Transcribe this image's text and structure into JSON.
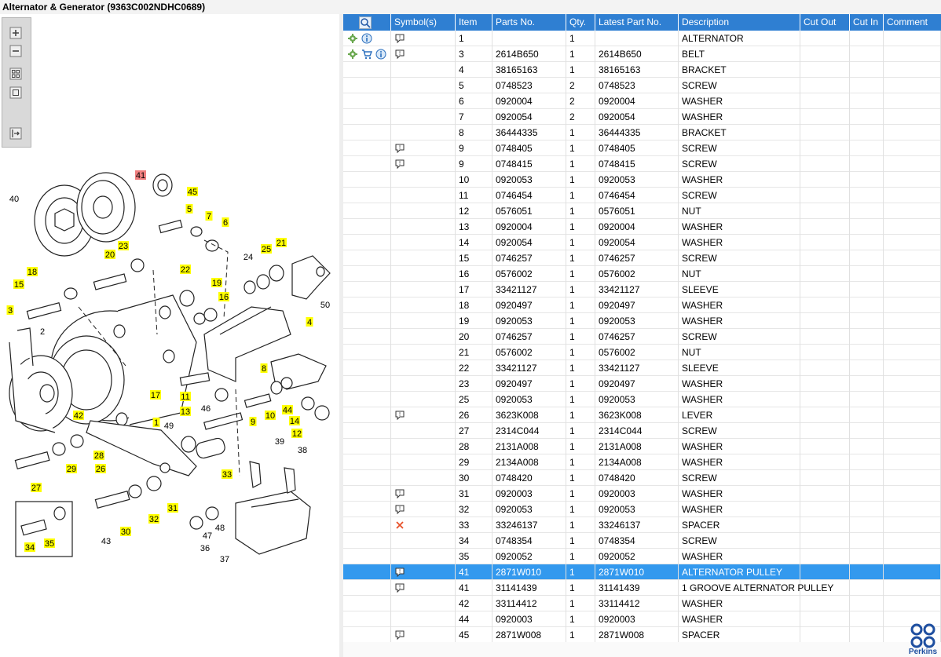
{
  "window": {
    "title": "Alternator & Generator (9363C002NDHC0689)"
  },
  "toolbar": {
    "buttons": [
      {
        "name": "zoom-in-icon"
      },
      {
        "name": "zoom-out-icon"
      },
      {
        "name": "fit-grid-icon"
      },
      {
        "name": "actual-size-icon"
      },
      {
        "name": "export-icon"
      }
    ]
  },
  "diagram": {
    "callouts_highlighted": [
      "41",
      "45",
      "5",
      "7",
      "6",
      "23",
      "20",
      "22",
      "25",
      "21",
      "18",
      "15",
      "19",
      "16",
      "3",
      "4",
      "8",
      "17",
      "11",
      "13",
      "9",
      "10",
      "44",
      "14",
      "12",
      "42",
      "1",
      "28",
      "29",
      "26",
      "27",
      "33",
      "30",
      "32",
      "31",
      "34",
      "35"
    ],
    "callouts_plain": [
      "40",
      "24",
      "50",
      "2",
      "46",
      "49",
      "39",
      "38",
      "43",
      "47",
      "48",
      "36",
      "37"
    ]
  },
  "grid": {
    "columns": [
      "Symbol(s)",
      "Item",
      "Parts No.",
      "Qty.",
      "Latest Part No.",
      "Description",
      "Cut Out",
      "Cut In",
      "Comment"
    ],
    "rows": [
      {
        "icons": [
          "gear",
          "info"
        ],
        "symbol": "comment",
        "item": "1",
        "part": "",
        "qty": "1",
        "latest": "",
        "desc": "ALTERNATOR"
      },
      {
        "icons": [
          "gear",
          "cart",
          "info"
        ],
        "symbol": "comment",
        "item": "3",
        "part": "2614B650",
        "qty": "1",
        "latest": "2614B650",
        "desc": "BELT"
      },
      {
        "icons": [],
        "symbol": "",
        "item": "4",
        "part": "38165163",
        "qty": "1",
        "latest": "38165163",
        "desc": "BRACKET"
      },
      {
        "icons": [],
        "symbol": "",
        "item": "5",
        "part": "0748523",
        "qty": "2",
        "latest": "0748523",
        "desc": "SCREW"
      },
      {
        "icons": [],
        "symbol": "",
        "item": "6",
        "part": "0920004",
        "qty": "2",
        "latest": "0920004",
        "desc": "WASHER"
      },
      {
        "icons": [],
        "symbol": "",
        "item": "7",
        "part": "0920054",
        "qty": "2",
        "latest": "0920054",
        "desc": "WASHER"
      },
      {
        "icons": [],
        "symbol": "",
        "item": "8",
        "part": "36444335",
        "qty": "1",
        "latest": "36444335",
        "desc": "BRACKET"
      },
      {
        "icons": [],
        "symbol": "comment",
        "item": "9",
        "part": "0748405",
        "qty": "1",
        "latest": "0748405",
        "desc": "SCREW"
      },
      {
        "icons": [],
        "symbol": "comment",
        "item": "9",
        "part": "0748415",
        "qty": "1",
        "latest": "0748415",
        "desc": "SCREW"
      },
      {
        "icons": [],
        "symbol": "",
        "item": "10",
        "part": "0920053",
        "qty": "1",
        "latest": "0920053",
        "desc": "WASHER"
      },
      {
        "icons": [],
        "symbol": "",
        "item": "11",
        "part": "0746454",
        "qty": "1",
        "latest": "0746454",
        "desc": "SCREW"
      },
      {
        "icons": [],
        "symbol": "",
        "item": "12",
        "part": "0576051",
        "qty": "1",
        "latest": "0576051",
        "desc": "NUT"
      },
      {
        "icons": [],
        "symbol": "",
        "item": "13",
        "part": "0920004",
        "qty": "1",
        "latest": "0920004",
        "desc": "WASHER"
      },
      {
        "icons": [],
        "symbol": "",
        "item": "14",
        "part": "0920054",
        "qty": "1",
        "latest": "0920054",
        "desc": "WASHER"
      },
      {
        "icons": [],
        "symbol": "",
        "item": "15",
        "part": "0746257",
        "qty": "1",
        "latest": "0746257",
        "desc": "SCREW"
      },
      {
        "icons": [],
        "symbol": "",
        "item": "16",
        "part": "0576002",
        "qty": "1",
        "latest": "0576002",
        "desc": "NUT"
      },
      {
        "icons": [],
        "symbol": "",
        "item": "17",
        "part": "33421127",
        "qty": "1",
        "latest": "33421127",
        "desc": "SLEEVE"
      },
      {
        "icons": [],
        "symbol": "",
        "item": "18",
        "part": "0920497",
        "qty": "1",
        "latest": "0920497",
        "desc": "WASHER"
      },
      {
        "icons": [],
        "symbol": "",
        "item": "19",
        "part": "0920053",
        "qty": "1",
        "latest": "0920053",
        "desc": "WASHER"
      },
      {
        "icons": [],
        "symbol": "",
        "item": "20",
        "part": "0746257",
        "qty": "1",
        "latest": "0746257",
        "desc": "SCREW"
      },
      {
        "icons": [],
        "symbol": "",
        "item": "21",
        "part": "0576002",
        "qty": "1",
        "latest": "0576002",
        "desc": "NUT"
      },
      {
        "icons": [],
        "symbol": "",
        "item": "22",
        "part": "33421127",
        "qty": "1",
        "latest": "33421127",
        "desc": "SLEEVE"
      },
      {
        "icons": [],
        "symbol": "",
        "item": "23",
        "part": "0920497",
        "qty": "1",
        "latest": "0920497",
        "desc": "WASHER"
      },
      {
        "icons": [],
        "symbol": "",
        "item": "25",
        "part": "0920053",
        "qty": "1",
        "latest": "0920053",
        "desc": "WASHER"
      },
      {
        "icons": [],
        "symbol": "comment",
        "item": "26",
        "part": "3623K008",
        "qty": "1",
        "latest": "3623K008",
        "desc": "LEVER"
      },
      {
        "icons": [],
        "symbol": "",
        "item": "27",
        "part": "2314C044",
        "qty": "1",
        "latest": "2314C044",
        "desc": "SCREW"
      },
      {
        "icons": [],
        "symbol": "",
        "item": "28",
        "part": "2131A008",
        "qty": "1",
        "latest": "2131A008",
        "desc": "WASHER"
      },
      {
        "icons": [],
        "symbol": "",
        "item": "29",
        "part": "2134A008",
        "qty": "1",
        "latest": "2134A008",
        "desc": "WASHER"
      },
      {
        "icons": [],
        "symbol": "",
        "item": "30",
        "part": "0748420",
        "qty": "1",
        "latest": "0748420",
        "desc": "SCREW"
      },
      {
        "icons": [],
        "symbol": "comment",
        "item": "31",
        "part": "0920003",
        "qty": "1",
        "latest": "0920003",
        "desc": "WASHER"
      },
      {
        "icons": [],
        "symbol": "comment",
        "item": "32",
        "part": "0920053",
        "qty": "1",
        "latest": "0920053",
        "desc": "WASHER"
      },
      {
        "icons": [],
        "symbol": "cross",
        "item": "33",
        "part": "33246137",
        "qty": "1",
        "latest": "33246137",
        "desc": "SPACER"
      },
      {
        "icons": [],
        "symbol": "",
        "item": "34",
        "part": "0748354",
        "qty": "1",
        "latest": "0748354",
        "desc": "SCREW"
      },
      {
        "icons": [],
        "symbol": "",
        "item": "35",
        "part": "0920052",
        "qty": "1",
        "latest": "0920052",
        "desc": "WASHER"
      },
      {
        "icons": [],
        "symbol": "comment",
        "item": "41",
        "part": "2871W010",
        "qty": "1",
        "latest": "2871W010",
        "desc": "ALTERNATOR PULLEY",
        "selected": true
      },
      {
        "icons": [],
        "symbol": "comment",
        "item": "41",
        "part": "31141439",
        "qty": "1",
        "latest": "31141439",
        "desc": "1 GROOVE ALTERNATOR PULLEY"
      },
      {
        "icons": [],
        "symbol": "",
        "item": "42",
        "part": "33114412",
        "qty": "1",
        "latest": "33114412",
        "desc": "WASHER"
      },
      {
        "icons": [],
        "symbol": "",
        "item": "44",
        "part": "0920003",
        "qty": "1",
        "latest": "0920003",
        "desc": "WASHER"
      },
      {
        "icons": [],
        "symbol": "comment",
        "item": "45",
        "part": "2871W008",
        "qty": "1",
        "latest": "2871W008",
        "desc": "SPACER"
      }
    ]
  },
  "logo": {
    "text": "Perkins",
    "color": "#1f4fa0"
  },
  "colors": {
    "header_blue": "#2f7fd2",
    "selection_blue": "#3399ee",
    "callout_yellow": "#ffff00",
    "callout_red": "#f08080"
  }
}
